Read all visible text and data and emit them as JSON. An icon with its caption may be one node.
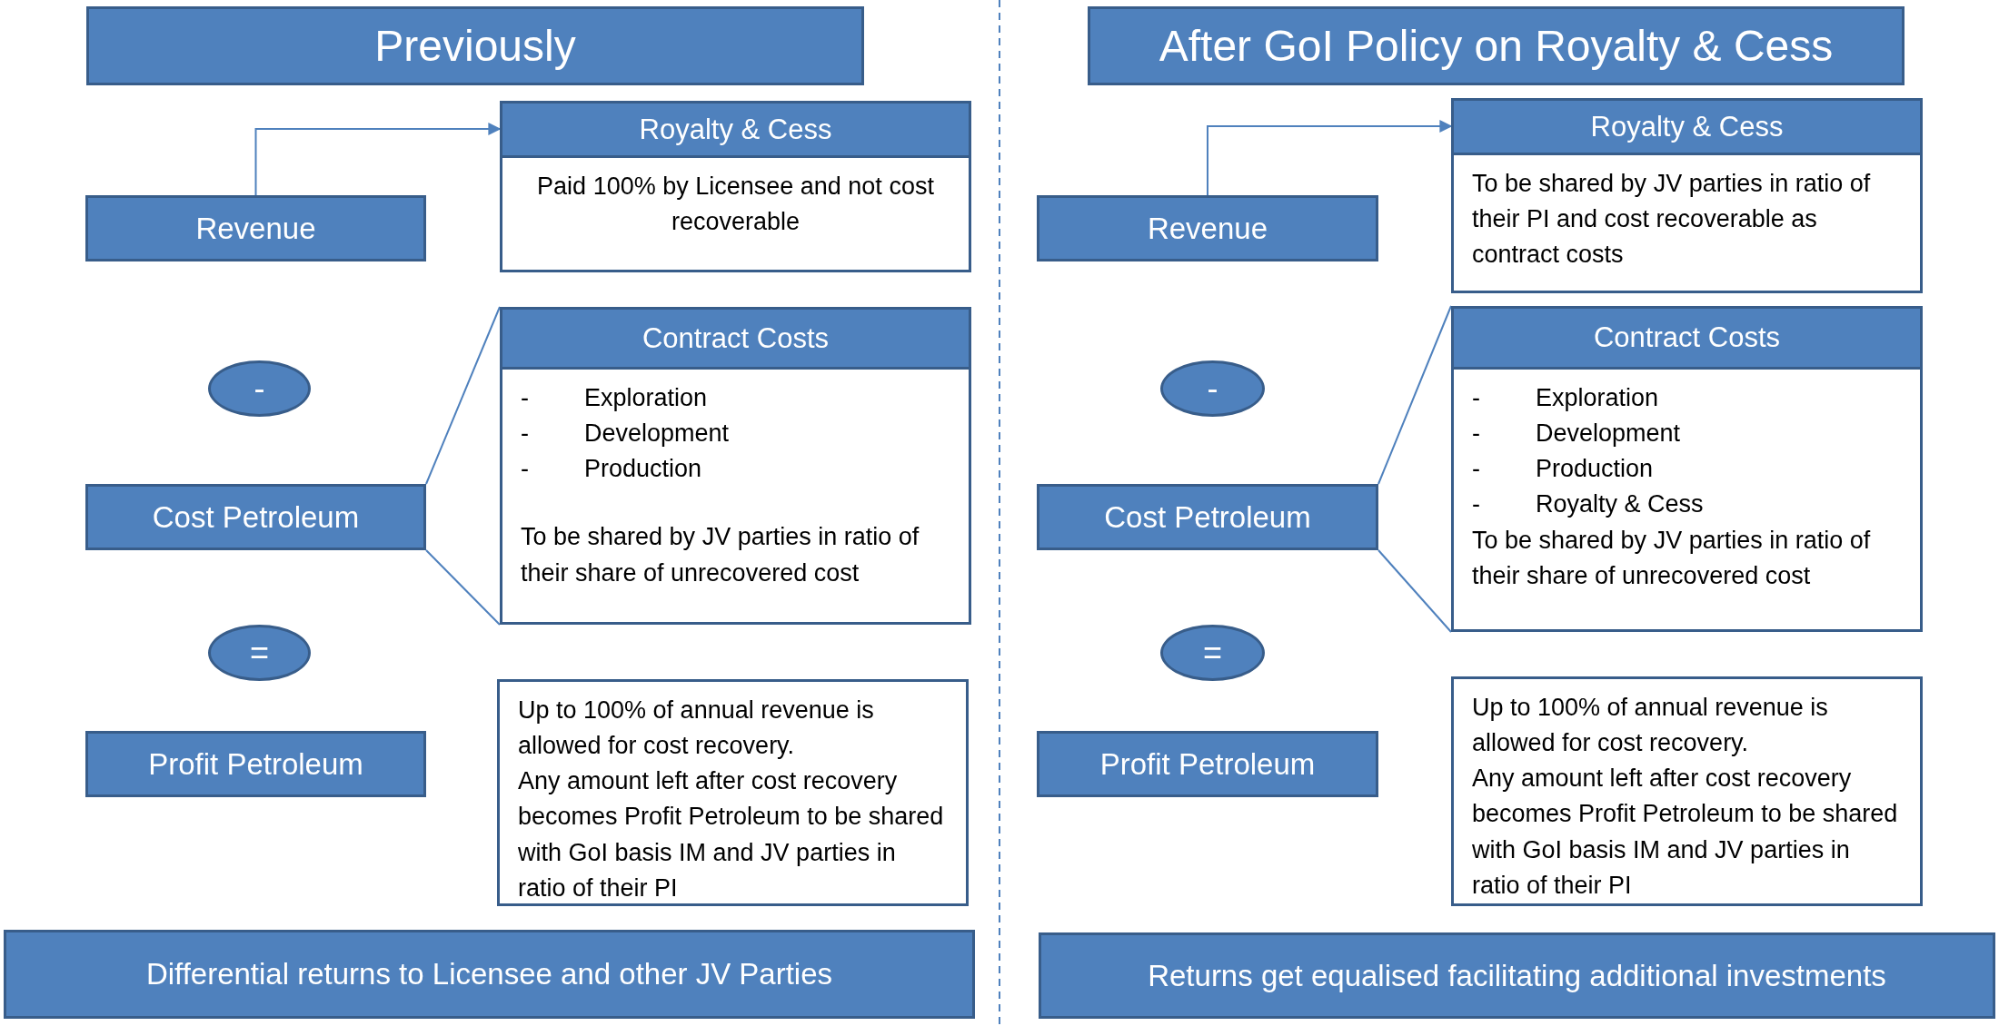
{
  "diagram": {
    "nodes": [
      {
        "text": [
          "Previously"
        ]
      },
      {
        "text": [
          "Revenue"
        ]
      },
      {
        "text": [
          "Royalty & Cess",
          "Paid 100% by Licensee and not cost recoverable"
        ]
      },
      {
        "text": [
          "-"
        ]
      },
      {
        "text": [
          "Cost Petroleum"
        ]
      },
      {
        "text": [
          "Contract Costs",
          "-\tExploration",
          "-\tDevelopment",
          "-\tProduction",
          "To be shared by JV parties in ratio of their share of unrecovered cost"
        ]
      },
      {
        "text": [
          "="
        ]
      },
      {
        "text": [
          "Profit Petroleum"
        ]
      },
      {
        "text": [
          "Up to 100% of annual revenue is allowed for cost recovery.",
          "Any amount left after cost recovery becomes Profit Petroleum to be shared with GoI basis IM and JV parties in ratio of their PI"
        ]
      },
      {
        "text": [
          "Differential returns to Licensee and other JV Parties"
        ]
      },
      {
        "text": [
          "After GoI Policy on Royalty & Cess"
        ]
      },
      {
        "text": [
          "Revenue"
        ]
      },
      {
        "text": [
          "Royalty & Cess",
          "To be shared by JV parties in ratio of their PI and cost recoverable as contract costs"
        ]
      },
      {
        "text": [
          "-"
        ]
      },
      {
        "text": [
          "Cost Petroleum"
        ]
      },
      {
        "text": [
          "Contract Costs",
          "-\tExploration",
          "-\tDevelopment",
          "-\tProduction",
          "-\tRoyalty & Cess",
          "To be shared by JV parties in ratio of their share of unrecovered cost"
        ]
      },
      {
        "text": [
          "="
        ]
      },
      {
        "text": [
          "Profit Petroleum"
        ]
      },
      {
        "text": [
          "Up to 100% of annual revenue is allowed for cost recovery.",
          "Any amount left after cost recovery becomes Profit Petroleum to be shared with GoI basis IM and JV parties in ratio of their PI"
        ]
      },
      {
        "text": [
          "Returns get equalised facilitating additional investments"
        ]
      }
    ],
    "edges": [
      {
        "from": 1,
        "to": 2,
        "arrow": "to"
      },
      {
        "from": 4,
        "to": 5,
        "arrow": "none"
      },
      {
        "from": 4,
        "to": 5,
        "arrow": "none"
      },
      {
        "from": 11,
        "to": 12,
        "arrow": "to"
      },
      {
        "from": 14,
        "to": 15,
        "arrow": "none"
      },
      {
        "from": 14,
        "to": 15,
        "arrow": "none"
      }
    ]
  }
}
